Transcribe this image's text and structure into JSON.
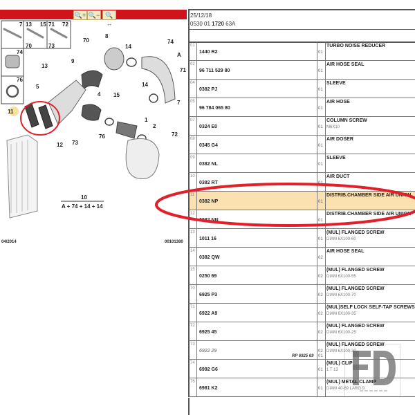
{
  "toolbar": {
    "buttons": [
      {
        "icon": "zoom-in-icon",
        "glyph": "🔍+"
      },
      {
        "icon": "zoom-out-icon",
        "glyph": "🔍−"
      },
      {
        "icon": "zoom-fit-icon",
        "glyph": "🔍↔"
      }
    ]
  },
  "diagram": {
    "callouts": [
      "7",
      "13",
      "15",
      "71",
      "72",
      "70",
      "73",
      "74",
      "76",
      "8",
      "70",
      "14",
      "74",
      "A",
      "9",
      "13",
      "71",
      "5",
      "15",
      "14",
      "7",
      "4",
      "11",
      "1",
      "2",
      "76",
      "72",
      "12",
      "73",
      "10"
    ],
    "kit_formula": "A + 74 + 14 + 14",
    "date": "04/2014",
    "ref": "00101380"
  },
  "header": {
    "date": "25/12/18",
    "code_prefix": "0530 01 ",
    "code_bold": "1720",
    "code_suffix": " 63A"
  },
  "accent": {
    "toolbar": "#d0141c",
    "highlight": "#fbe0b0",
    "circle": "#e0202a"
  },
  "rows": [
    {
      "ref": "01",
      "part": "1440 R2",
      "qty": "01",
      "desc": "TURBO NOISE REDUCER",
      "sub": ""
    },
    {
      "ref": "02",
      "part": "96 711 529 80",
      "qty": "01",
      "desc": "AIR HOSE SEAL",
      "sub": ""
    },
    {
      "ref": "04",
      "part": "0382 PJ",
      "qty": "01",
      "desc": "SLEEVE",
      "sub": ""
    },
    {
      "ref": "05",
      "part": "96 784 065 80",
      "qty": "01",
      "desc": "AIR HOSE",
      "sub": ""
    },
    {
      "ref": "07",
      "part": "0324 E0",
      "qty": "01",
      "desc": "COLUMN SCREW",
      "sub": "M6X10"
    },
    {
      "ref": "08",
      "part": "0345 G4",
      "qty": "01",
      "desc": "AIR DOSER",
      "sub": ""
    },
    {
      "ref": "09",
      "part": "0382 NL",
      "qty": "01",
      "desc": "SLEEVE",
      "sub": ""
    },
    {
      "ref": "10",
      "part": "0382 RT",
      "qty": "01",
      "desc": "AIR DUCT",
      "sub": ""
    },
    {
      "ref": "11",
      "part": "0382 NP",
      "qty": "01",
      "desc": "DISTRIB.CHAMBER SIDE AIR UNION",
      "sub": ""
    },
    {
      "ref": "12",
      "part": "0382 NN",
      "qty": "01",
      "desc": "DISTRIB.CHAMBER SIDE AIR UNION",
      "sub": ""
    },
    {
      "ref": "13",
      "part": "1011 16",
      "qty": "01",
      "desc": "(MUL) FLANGED SCREW",
      "sub": "DIAM 6X100-60"
    },
    {
      "ref": "14",
      "part": "0382 QW",
      "qty": "02",
      "desc": "AIR HOSE SEAL",
      "sub": ""
    },
    {
      "ref": "15",
      "part": "0250 69",
      "qty": "02",
      "desc": "(MUL) FLANGED SCREW",
      "sub": "DIAM 6X100-55"
    },
    {
      "ref": "70",
      "part": "6925 P3",
      "qty": "02",
      "desc": "(MUL) FLANGED SCREW",
      "sub": "DIAM 6X100-70"
    },
    {
      "ref": "71",
      "part": "6922 A9",
      "qty": "02",
      "desc": "(MUL)SELF LOCK SELF-TAP SCREWS",
      "sub": "DIAM 6X100-35"
    },
    {
      "ref": "72",
      "part": "6925 45",
      "qty": "02",
      "desc": "(MUL) FLANGED SCREW",
      "sub": "DIAM 6X100-25"
    },
    {
      "ref": "73",
      "part": "6922 29",
      "qty": "02",
      "desc": "(MUL) FLANGED SCREW",
      "sub": "DIAM 6X100-30",
      "rp": "RP 6925 69",
      "rp_qty": "01"
    },
    {
      "ref": "74",
      "part": "6992 G6",
      "qty": "01",
      "desc": "(MUL) CLIP",
      "sub": "1 T 13"
    },
    {
      "ref": "76",
      "part": "6981 K2",
      "qty": "01",
      "desc": "(MUL) METAL CLAMP",
      "sub": "DIAM 40-69 LARG 9"
    }
  ],
  "watermark": {
    "logo": "FD",
    "text": "FDAUTO"
  }
}
